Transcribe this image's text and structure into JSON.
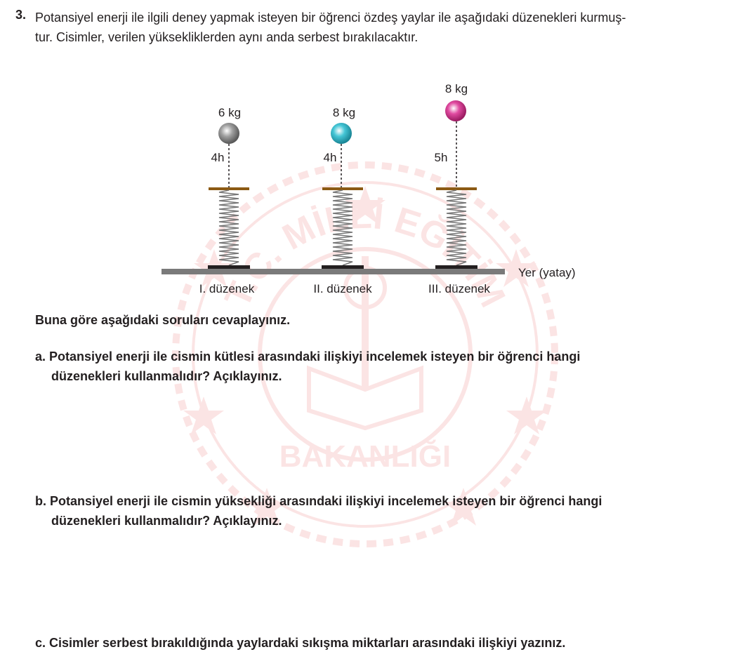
{
  "question": {
    "number": "3.",
    "intro_line1": "Potansiyel enerji ile ilgili deney yapmak isteyen bir öğrenci özdeş yaylar ile aşağıdaki düzenekleri kurmuş-",
    "intro_line2": "tur. Cisimler, verilen yüksekliklerden aynı anda serbest bırakılacaktır."
  },
  "figure": {
    "ground_label": "Yer (yatay)",
    "setups": [
      {
        "mass": "6 kg",
        "height": "4h",
        "name": "I. düzenek",
        "ball_color": "#8c8c8c"
      },
      {
        "mass": "8 kg",
        "height": "4h",
        "name": "II. düzenek",
        "ball_color": "#2fb7c9"
      },
      {
        "mass": "8 kg",
        "height": "5h",
        "name": "III. düzenek",
        "ball_color": "#d0358a"
      }
    ]
  },
  "watermark": {
    "top_text": "T.C. MİLLİ EĞİTİM",
    "bottom_text": "BAKANLIĞI",
    "color": "#e23a3a"
  },
  "prompt": "Buna göre aşağıdaki soruları cevaplayınız.",
  "subquestions": [
    {
      "line1": "a. Potansiyel enerji ile cismin kütlesi arasındaki ilişkiyi incelemek isteyen bir öğrenci hangi",
      "line2": "düzenekleri kullanmalıdır? Açıklayınız."
    },
    {
      "line1": "b. Potansiyel enerji ile cismin yüksekliği arasındaki ilişkiyi incelemek isteyen bir öğrenci hangi",
      "line2": "düzenekleri kullanmalıdır? Açıklayınız."
    },
    {
      "line1": "c. Cisimler serbest bırakıldığında yaylardaki sıkışma miktarları arasındaki ilişkiyi yazınız.",
      "line2": ""
    }
  ]
}
